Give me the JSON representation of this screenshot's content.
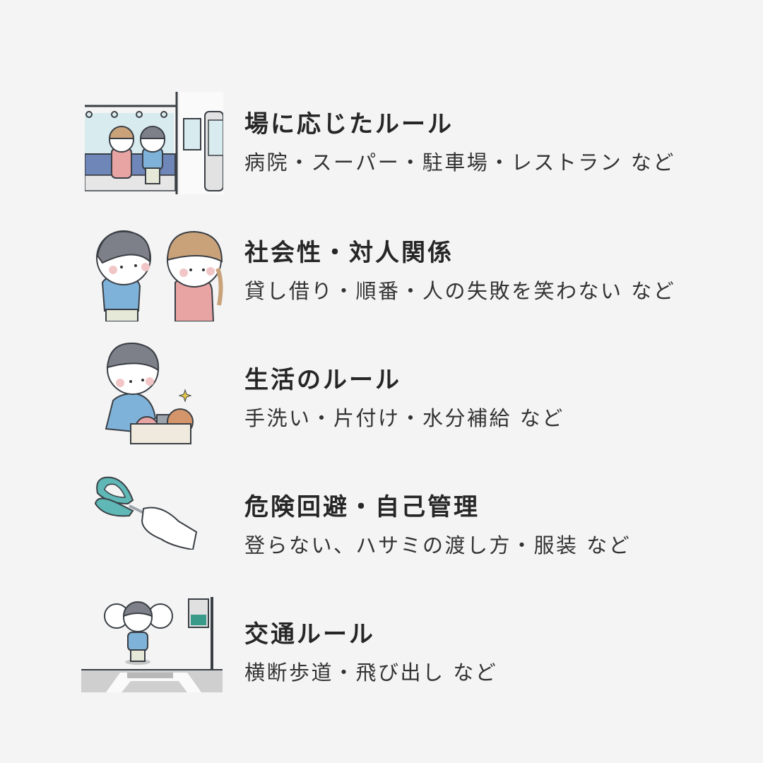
{
  "background_color": "#f4f4f4",
  "items": [
    {
      "title": "場に応じたルール",
      "description": "病院・スーパー・駐車場・レストラン など",
      "illustration": "children-sitting-on-train-illustration"
    },
    {
      "title": "社会性・対人関係",
      "description": "貸し借り・順番・人の失敗を笑わない など",
      "illustration": "children-apologizing-illustration"
    },
    {
      "title": "生活のルール",
      "description": "手洗い・片付け・水分補給 など",
      "illustration": "child-tidying-toys-illustration"
    },
    {
      "title": "危険回避・自己管理",
      "description": "登らない、ハサミの渡し方・服装 など",
      "illustration": "hand-passing-scissors-illustration"
    },
    {
      "title": "交通ルール",
      "description": "横断歩道・飛び出し など",
      "illustration": "child-at-crosswalk-illustration"
    }
  ]
}
